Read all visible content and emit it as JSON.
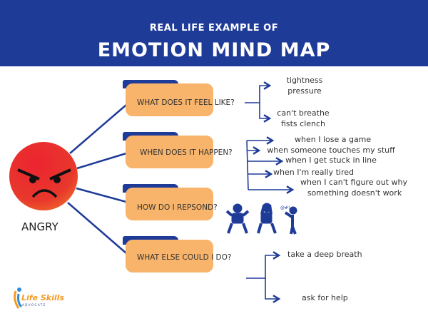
{
  "header": {
    "subtitle": "REAL LIFE EXAMPLE OF",
    "title": "EMOTION MIND MAP"
  },
  "emotion": {
    "label": "ANGRY",
    "icon": "angry-face-icon"
  },
  "questions": [
    {
      "label": "WHAT DOES IT FEEL LIKE?",
      "answers": [
        "tightness",
        "pressure",
        "can't breathe",
        "fists clench"
      ]
    },
    {
      "label": "WHEN DOES IT HAPPEN?",
      "answers": [
        "when I lose a game",
        "when someone touches my stuff",
        "when I get stuck in line",
        "when I'm really tired",
        "when I can't figure out why",
        "something doesn't work"
      ]
    },
    {
      "label": "HOW DO I REPSOND?",
      "icons": [
        "angry-person-icon",
        "frustrated-person-icon",
        "yelling-person-icon"
      ]
    },
    {
      "label": "WHAT ELSE COULD I DO?",
      "answers": [
        "take a deep breath",
        "ask for help"
      ]
    }
  ],
  "logo": {
    "text": "Life Skills",
    "tagline": "ADVOCATE"
  },
  "colors": {
    "header": "#1f3b98",
    "box": "#f8b46a",
    "accent": "#1f3b98",
    "face": "#e8322e"
  }
}
